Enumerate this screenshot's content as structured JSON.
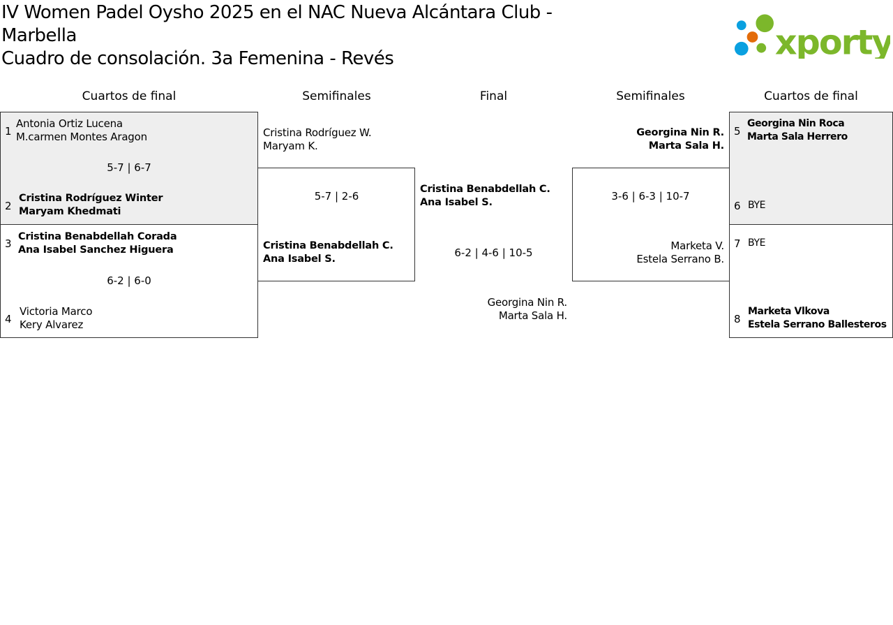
{
  "title": {
    "line1": "IV Women Padel Oysho 2025 en el NAC Nueva Alcántara Club - Marbella",
    "line2": "Cuadro de consolación. 3a Femenina - Revés"
  },
  "logo": {
    "text": "xporty",
    "colors": {
      "green": "#7cb72b",
      "blue": "#0aa0e0",
      "orange": "#e36c0a"
    }
  },
  "headers": [
    "Cuartos de final",
    "Semifinales",
    "Final",
    "Semifinales",
    "Cuartos de final"
  ],
  "left_qf": [
    {
      "top": {
        "seed": "1",
        "p1": "Antonia Ortiz Lucena",
        "p2": "M.carmen Montes Aragon"
      },
      "score": "5-7 | 6-7",
      "bottom": {
        "seed": "2",
        "p1": "Cristina Rodríguez Winter",
        "p2": "Maryam Khedmati"
      }
    },
    {
      "top": {
        "seed": "3",
        "p1": "Cristina Benabdellah Corada",
        "p2": "Ana Isabel Sanchez Higuera"
      },
      "score": "6-2 | 6-0",
      "bottom": {
        "seed": "4",
        "p1": "Victoria Marco",
        "p2": "Kery Alvarez"
      }
    }
  ],
  "left_sf": {
    "top": {
      "p1": "Cristina Rodríguez W.",
      "p2": "Maryam K."
    },
    "score": "5-7 | 2-6",
    "bottom": {
      "p1": "Cristina Benabdellah C.",
      "p2": "Ana Isabel S."
    }
  },
  "final": {
    "top": {
      "p1": "Cristina Benabdellah C.",
      "p2": "Ana Isabel S."
    },
    "score": "6-2 | 4-6 | 10-5",
    "bottom": {
      "p1": "Georgina Nin R.",
      "p2": "Marta Sala H."
    }
  },
  "right_sf": {
    "top": {
      "p1": "Georgina Nin R.",
      "p2": "Marta Sala H."
    },
    "score": "3-6 | 6-3 | 10-7",
    "bottom": {
      "p1": "Marketa V.",
      "p2": "Estela Serrano B."
    }
  },
  "right_qf": [
    {
      "top": {
        "seed": "5",
        "p1": "Georgina Nin Roca",
        "p2": "Marta Sala Herrero"
      },
      "bottom": {
        "seed": "6",
        "p1": "BYE"
      }
    },
    {
      "top": {
        "seed": "7",
        "p1": "BYE"
      },
      "bottom": {
        "seed": "8",
        "p1": "Marketa Vlkova",
        "p2": "Estela Serrano Ballesteros"
      }
    }
  ]
}
